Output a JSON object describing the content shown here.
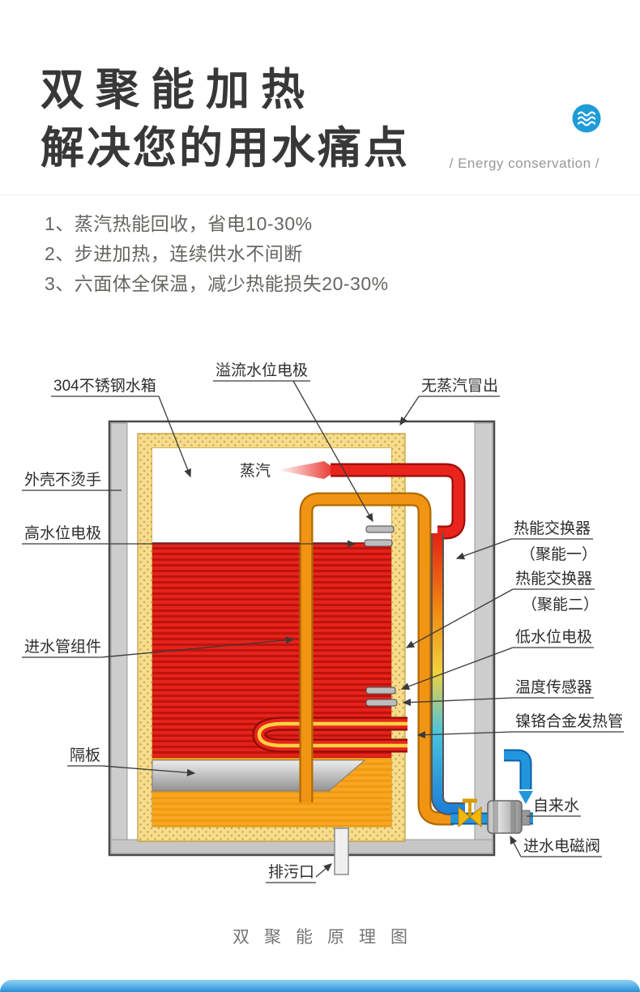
{
  "header": {
    "title_line1": "双聚能加热",
    "title_line2": "解决您的用水痛点",
    "subtitle": "/ Energy conservation /"
  },
  "features": [
    "1、蒸汽热能回收，省电10-30%",
    "2、步进加热，连续供水不间断",
    "3、六面体全保温，减少热能损失20-30%"
  ],
  "diagram": {
    "labels": {
      "tank": "304不锈钢水箱",
      "overflow_electrode": "溢流水位电极",
      "no_steam": "无蒸汽冒出",
      "shell": "外壳不烫手",
      "steam": "蒸汽",
      "high_electrode": "高水位电极",
      "hx1_line1": "热能交换器",
      "hx1_line2": "（聚能一）",
      "hx2_line1": "热能交换器",
      "hx2_line2": "（聚能二）",
      "low_electrode": "低水位电极",
      "inlet_pipe": "进水管组件",
      "temp_sensor": "温度传感器",
      "heater": "镍铬合金发热管",
      "baffle": "隔板",
      "tap_water": "自来水",
      "solenoid": "进水电磁阀",
      "drain": "排污口"
    },
    "colors": {
      "hot_water": "#e8241d",
      "warm_water": "#f8a623",
      "insulation": "#f5dc8f",
      "cold_water": "#2196dd",
      "shell_gray": "#cdcdcd",
      "brand_blue": "#1e9cd7"
    }
  },
  "caption": "双聚能原理图"
}
